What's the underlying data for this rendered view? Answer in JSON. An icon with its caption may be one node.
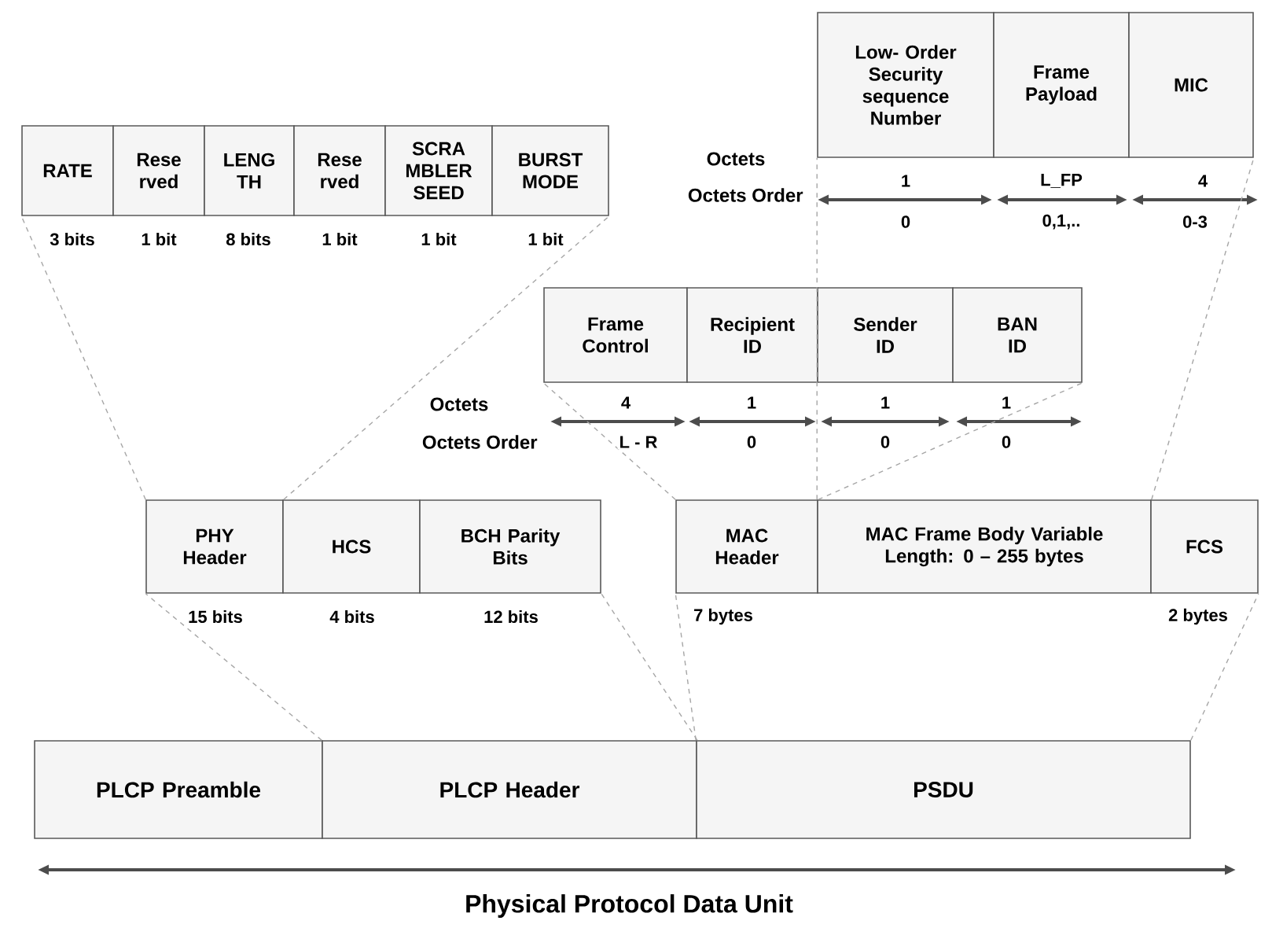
{
  "diagram": {
    "nodes": [
      {
        "text": [
          "Low- Order Security sequence Number"
        ],
        "beside": [
          "1",
          "0"
        ]
      },
      {
        "text": [
          "Frame Payload"
        ],
        "beside": [
          "L_FP",
          "0,1,.."
        ]
      },
      {
        "text": [
          "MIC"
        ],
        "beside": [
          "4",
          "0-3"
        ]
      },
      {
        "text": [
          "RATE"
        ],
        "beside": [
          "3 bits"
        ]
      },
      {
        "text": [
          "Rese rved"
        ],
        "beside": [
          "1 bit"
        ]
      },
      {
        "text": [
          "LENG TH"
        ],
        "beside": [
          "8 bits"
        ]
      },
      {
        "text": [
          "Rese rved"
        ],
        "beside": [
          "1 bit"
        ]
      },
      {
        "text": [
          "SCRA MBLER SEED"
        ],
        "beside": [
          "1 bit"
        ]
      },
      {
        "text": [
          "BURST MODE"
        ],
        "beside": [
          "1 bit"
        ]
      },
      {
        "text": [
          "Frame Control"
        ],
        "beside": [
          "4",
          "L - R"
        ]
      },
      {
        "text": [
          "Recipient ID"
        ],
        "beside": [
          "1",
          "0"
        ]
      },
      {
        "text": [
          "Sender ID"
        ],
        "beside": [
          "1",
          "0"
        ]
      },
      {
        "text": [
          "BAN ID"
        ],
        "beside": [
          "1",
          "0"
        ]
      },
      {
        "text": [
          "PHY Header"
        ],
        "beside": [
          "15 bits"
        ]
      },
      {
        "text": [
          "HCS"
        ],
        "beside": [
          "4 bits"
        ]
      },
      {
        "text": [
          "BCH Parity Bits"
        ],
        "beside": [
          "12 bits"
        ]
      },
      {
        "text": [
          "MAC Header"
        ],
        "beside": [
          "7 bytes"
        ]
      },
      {
        "text": [
          "MAC Frame Body Variable Length: 0 – 255 bytes"
        ]
      },
      {
        "text": [
          "FCS"
        ],
        "beside": [
          "2 bytes"
        ]
      },
      {
        "text": [
          "PLCP Preamble"
        ]
      },
      {
        "text": [
          "PLCP Header"
        ]
      },
      {
        "text": [
          "PSDU"
        ]
      }
    ],
    "edges": [
      {
        "from": 20,
        "to": 13,
        "arrow": "none",
        "style": "dashed"
      },
      {
        "from": 20,
        "to": 15,
        "arrow": "none",
        "style": "dashed"
      },
      {
        "from": 21,
        "to": 16,
        "arrow": "none",
        "style": "dashed"
      },
      {
        "from": 21,
        "to": 18,
        "arrow": "none",
        "style": "dashed"
      },
      {
        "from": 13,
        "to": 3,
        "arrow": "none",
        "style": "dashed"
      },
      {
        "from": 13,
        "to": 8,
        "arrow": "none",
        "style": "dashed"
      },
      {
        "from": 16,
        "to": 9,
        "arrow": "none",
        "style": "dashed"
      },
      {
        "from": 16,
        "to": 12,
        "arrow": "none",
        "style": "dashed"
      },
      {
        "from": 17,
        "to": 0,
        "arrow": "none",
        "style": "dashed"
      },
      {
        "from": 17,
        "to": 2,
        "arrow": "none",
        "style": "dashed"
      }
    ],
    "labels": [
      "Octets",
      "Octets Order",
      "Octets",
      "Octets Order",
      "Physical Protocol Data Unit"
    ]
  }
}
